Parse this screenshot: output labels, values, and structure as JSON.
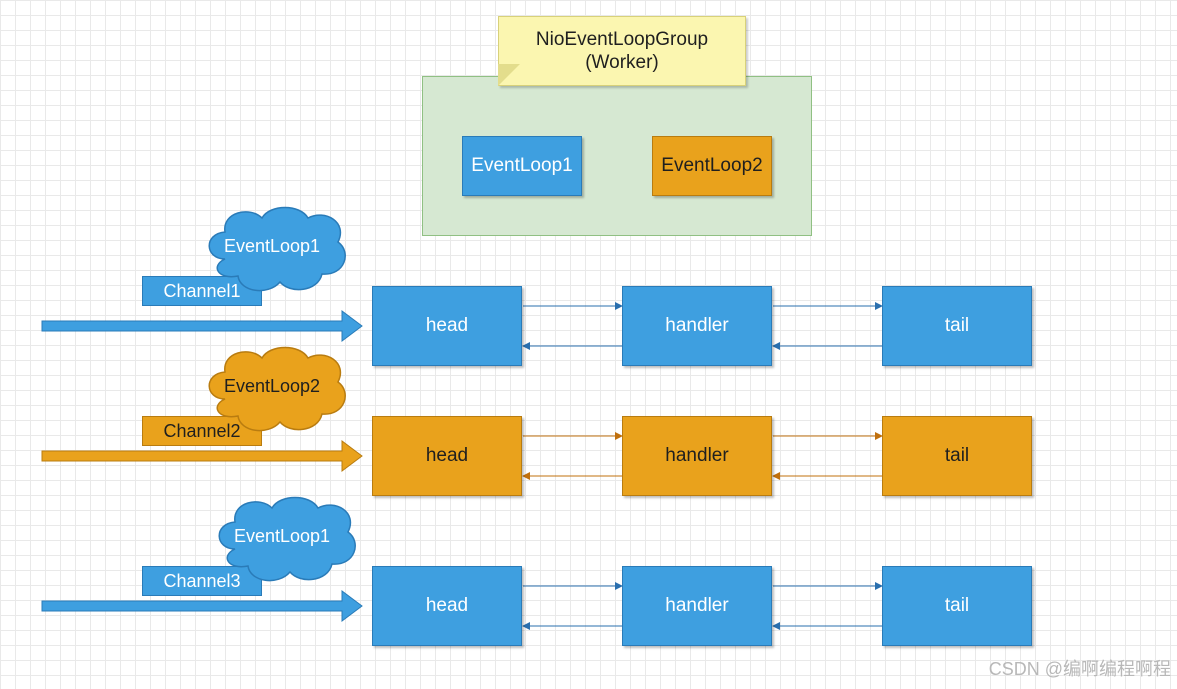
{
  "group": {
    "title": "NioEventLoopGroup",
    "subtitle": "(Worker)"
  },
  "loops": {
    "loop1": "EventLoop1",
    "loop2": "EventLoop2"
  },
  "rows": [
    {
      "channel": "Channel1",
      "eventloop": "EventLoop1",
      "head": "head",
      "handler": "handler",
      "tail": "tail",
      "color": "#3e9fe0"
    },
    {
      "channel": "Channel2",
      "eventloop": "EventLoop2",
      "head": "head",
      "handler": "handler",
      "tail": "tail",
      "color": "#e9a21c"
    },
    {
      "channel": "Channel3",
      "eventloop": "EventLoop1",
      "head": "head",
      "handler": "handler",
      "tail": "tail",
      "color": "#3e9fe0"
    }
  ],
  "colors": {
    "blue": "#3e9fe0",
    "orange": "#e9a21c",
    "blue_line": "#2a6fae",
    "orange_line": "#c0700e"
  },
  "watermark": "CSDN @编啊编程啊程"
}
